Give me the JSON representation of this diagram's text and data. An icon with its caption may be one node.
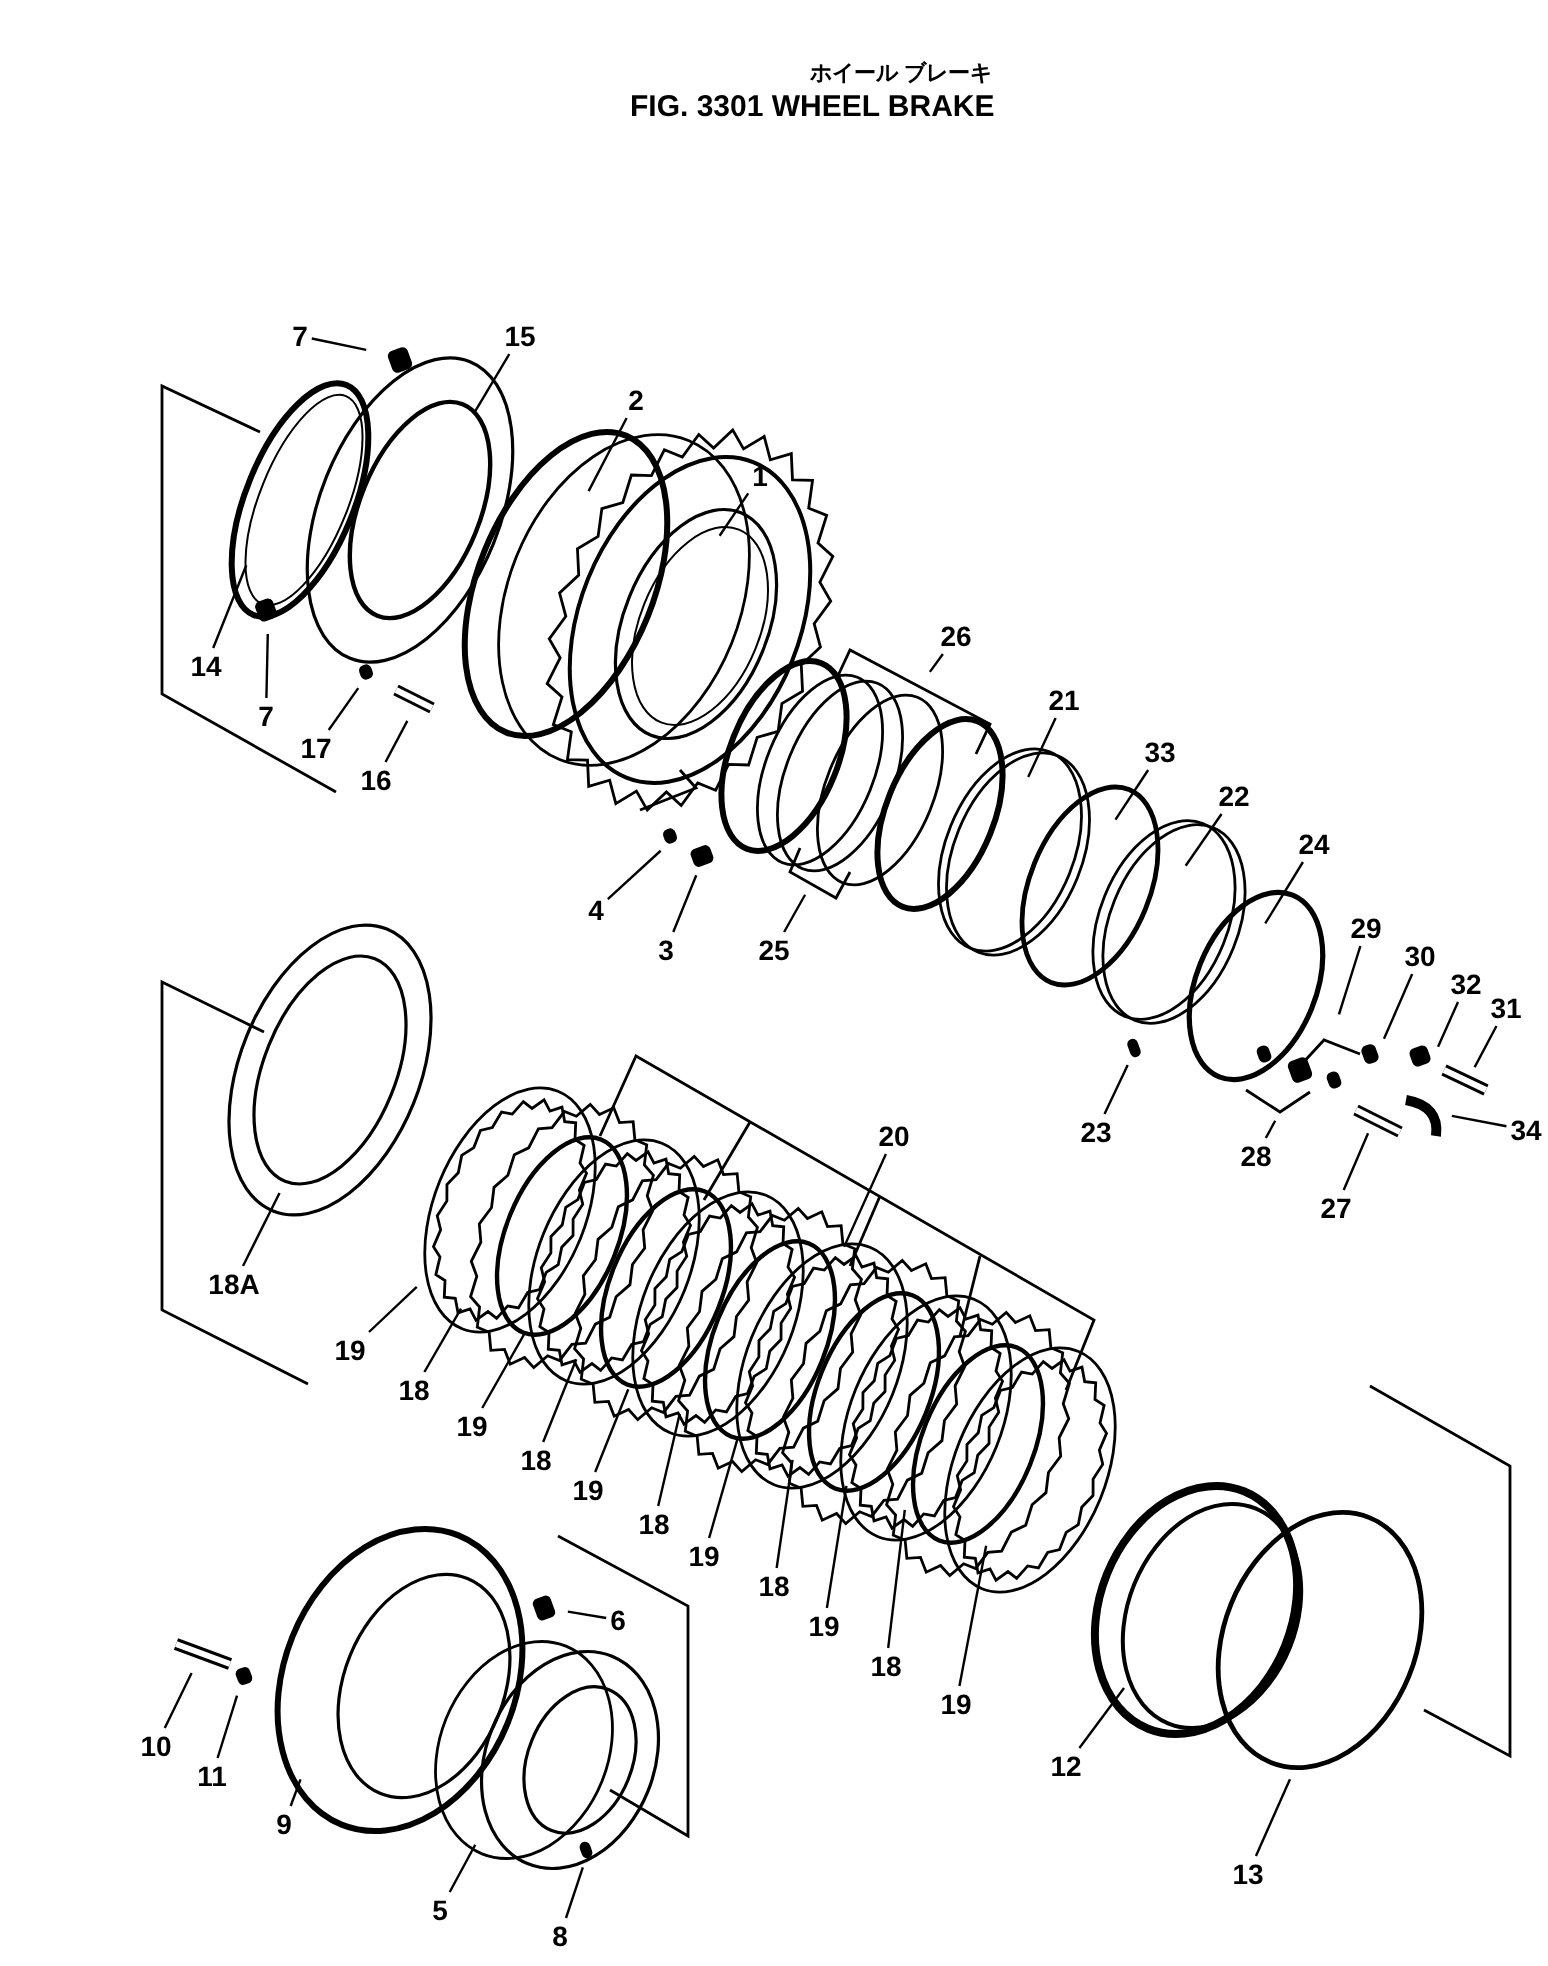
{
  "diagram": {
    "title": "FIG. 3301 WHEEL BRAKE",
    "nodes": [
      {
        "text": [
          "7"
        ]
      },
      {
        "text": [
          "15"
        ]
      },
      {
        "text": [
          "2"
        ]
      },
      {
        "text": [
          "1"
        ]
      },
      {
        "text": [
          "14"
        ]
      },
      {
        "text": [
          "7"
        ]
      },
      {
        "text": [
          "17"
        ]
      },
      {
        "text": [
          "16"
        ]
      },
      {
        "text": [
          "26"
        ]
      },
      {
        "text": [
          "21"
        ]
      },
      {
        "text": [
          "33"
        ]
      },
      {
        "text": [
          "22"
        ]
      },
      {
        "text": [
          "24"
        ]
      },
      {
        "text": [
          "4"
        ]
      },
      {
        "text": [
          "3"
        ]
      },
      {
        "text": [
          "25"
        ]
      },
      {
        "text": [
          "29"
        ]
      },
      {
        "text": [
          "30"
        ]
      },
      {
        "text": [
          "32"
        ]
      },
      {
        "text": [
          "31"
        ]
      },
      {
        "text": [
          "34"
        ]
      },
      {
        "text": [
          "23"
        ]
      },
      {
        "text": [
          "28"
        ]
      },
      {
        "text": [
          "27"
        ]
      },
      {
        "text": [
          "18A"
        ]
      },
      {
        "text": [
          "20"
        ]
      },
      {
        "text": [
          "19"
        ]
      },
      {
        "text": [
          "18"
        ]
      },
      {
        "text": [
          "19"
        ]
      },
      {
        "text": [
          "18"
        ]
      },
      {
        "text": [
          "19"
        ]
      },
      {
        "text": [
          "18"
        ]
      },
      {
        "text": [
          "19"
        ]
      },
      {
        "text": [
          "18"
        ]
      },
      {
        "text": [
          "19"
        ]
      },
      {
        "text": [
          "18"
        ]
      },
      {
        "text": [
          "19"
        ]
      },
      {
        "text": [
          "6"
        ]
      },
      {
        "text": [
          "10"
        ]
      },
      {
        "text": [
          "11"
        ]
      },
      {
        "text": [
          "9"
        ]
      },
      {
        "text": [
          "5"
        ]
      },
      {
        "text": [
          "8"
        ]
      },
      {
        "text": [
          "12"
        ]
      },
      {
        "text": [
          "13"
        ]
      }
    ],
    "edges": [
      {
        "from": 0,
        "to": null,
        "arrow": "none"
      },
      {
        "from": 1,
        "to": null,
        "arrow": "none"
      },
      {
        "from": 2,
        "to": null,
        "arrow": "none"
      },
      {
        "from": 3,
        "to": null,
        "arrow": "none"
      },
      {
        "from": 4,
        "to": null,
        "arrow": "none"
      },
      {
        "from": 5,
        "to": null,
        "arrow": "none"
      },
      {
        "from": 6,
        "to": null,
        "arrow": "none"
      },
      {
        "from": 7,
        "to": null,
        "arrow": "none"
      },
      {
        "from": 8,
        "to": null,
        "arrow": "none"
      },
      {
        "from": 9,
        "to": null,
        "arrow": "none"
      },
      {
        "from": 10,
        "to": null,
        "arrow": "none"
      },
      {
        "from": 11,
        "to": null,
        "arrow": "none"
      },
      {
        "from": 12,
        "to": null,
        "arrow": "none"
      },
      {
        "from": 13,
        "to": null,
        "arrow": "none"
      },
      {
        "from": 14,
        "to": null,
        "arrow": "none"
      },
      {
        "from": 15,
        "to": null,
        "arrow": "none"
      },
      {
        "from": 16,
        "to": null,
        "arrow": "none"
      },
      {
        "from": 17,
        "to": null,
        "arrow": "none"
      },
      {
        "from": 18,
        "to": null,
        "arrow": "none"
      },
      {
        "from": 19,
        "to": null,
        "arrow": "none"
      },
      {
        "from": 20,
        "to": null,
        "arrow": "none"
      },
      {
        "from": 21,
        "to": null,
        "arrow": "none"
      },
      {
        "from": 22,
        "to": null,
        "arrow": "none"
      },
      {
        "from": 23,
        "to": null,
        "arrow": "none"
      },
      {
        "from": 24,
        "to": null,
        "arrow": "none"
      },
      {
        "from": 25,
        "to": null,
        "arrow": "none"
      },
      {
        "from": 26,
        "to": null,
        "arrow": "none"
      },
      {
        "from": 27,
        "to": null,
        "arrow": "none"
      },
      {
        "from": 28,
        "to": null,
        "arrow": "none"
      },
      {
        "from": 29,
        "to": null,
        "arrow": "none"
      },
      {
        "from": 30,
        "to": null,
        "arrow": "none"
      },
      {
        "from": 31,
        "to": null,
        "arrow": "none"
      },
      {
        "from": 32,
        "to": null,
        "arrow": "none"
      },
      {
        "from": 33,
        "to": null,
        "arrow": "none"
      },
      {
        "from": 34,
        "to": null,
        "arrow": "none"
      },
      {
        "from": 35,
        "to": null,
        "arrow": "none"
      },
      {
        "from": 36,
        "to": null,
        "arrow": "none"
      },
      {
        "from": 37,
        "to": null,
        "arrow": "none"
      },
      {
        "from": 38,
        "to": null,
        "arrow": "none"
      },
      {
        "from": 39,
        "to": null,
        "arrow": "none"
      },
      {
        "from": 40,
        "to": null,
        "arrow": "none"
      },
      {
        "from": 41,
        "to": null,
        "arrow": "none"
      },
      {
        "from": 42,
        "to": null,
        "arrow": "none"
      },
      {
        "from": 43,
        "to": null,
        "arrow": "none"
      },
      {
        "from": 44,
        "to": null,
        "arrow": "none"
      }
    ],
    "labels": [
      "ホイール ブレーキ"
    ]
  }
}
